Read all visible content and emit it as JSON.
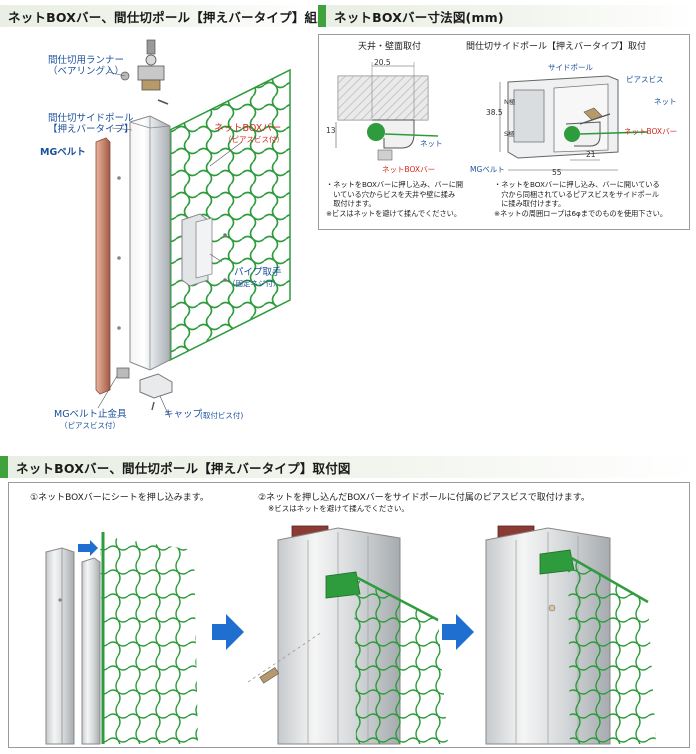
{
  "headers": {
    "assembly": "ネットBOXバー、間仕切ポール【押えバータイプ】組立図",
    "dimensions": "ネットBOXバー寸法図(mm)",
    "mounting": "ネットBOXバー、間仕切ポール【押えバータイプ】取付図"
  },
  "assembly": {
    "runner": "間仕切用ランナー\n（ベアリング入）",
    "side_pole": "間仕切サイドポール\n【押えバータイプ】",
    "mg_belt": "MGベルト",
    "net_box_bar": "ネットBOXバー",
    "net_box_bar_sub": "（ピアスビス付）",
    "pipe_handle": "パイプ取手",
    "pipe_handle_sub": "（固定ネジ付）",
    "belt_stopper": "MGベルト止金具",
    "belt_stopper_sub": "（ピアスビス付）",
    "cap": "キャップ",
    "cap_sub": "(取付ビス付)"
  },
  "dimensions": {
    "ceiling_title": "天井・壁面取付",
    "pole_title": "間仕切サイドポール【押えバータイプ】取付",
    "dim_20_5": "20.5",
    "dim_13": "13",
    "dim_38_5": "38.5",
    "dim_21": "21",
    "dim_55": "55",
    "n_label": "N極",
    "s_label": "S極",
    "net": "ネット",
    "net_box_bar": "ネットBOXバー",
    "side_pole": "サイドポール",
    "piercing_screw": "ピアスビス",
    "mg_belt": "MGベルト",
    "note_left": "・ネットをBOXバーに押し込み、バーに開\n　いている穴からビスを天井や壁に揉み\n　取付けます。\n※ビスはネットを避けて揉んでください。",
    "note_right": "・ネットをBOXバーに押し込み、バーに開いている\n　穴から同梱されているピアスビスをサイドポール\n　に揉み取付けます。\n※ネットの周囲ロープは6φまでのものを使用下さい。"
  },
  "mounting": {
    "step1": "①ネットBOXバーにシートを押し込みます。",
    "step2": "②ネットを押し込んだBOXバーをサイドポールに付属のピアスビスで取付けます。",
    "step2_note": "※ビスはネットを避けて揉んでください。"
  },
  "colors": {
    "green_accent": "#3fa23c",
    "net_green": "#2e9b3c",
    "label_blue": "#1a4f9c",
    "label_red": "#d2281f",
    "belt_brown": "#c98870",
    "arrow_blue": "#1f6fd1"
  }
}
